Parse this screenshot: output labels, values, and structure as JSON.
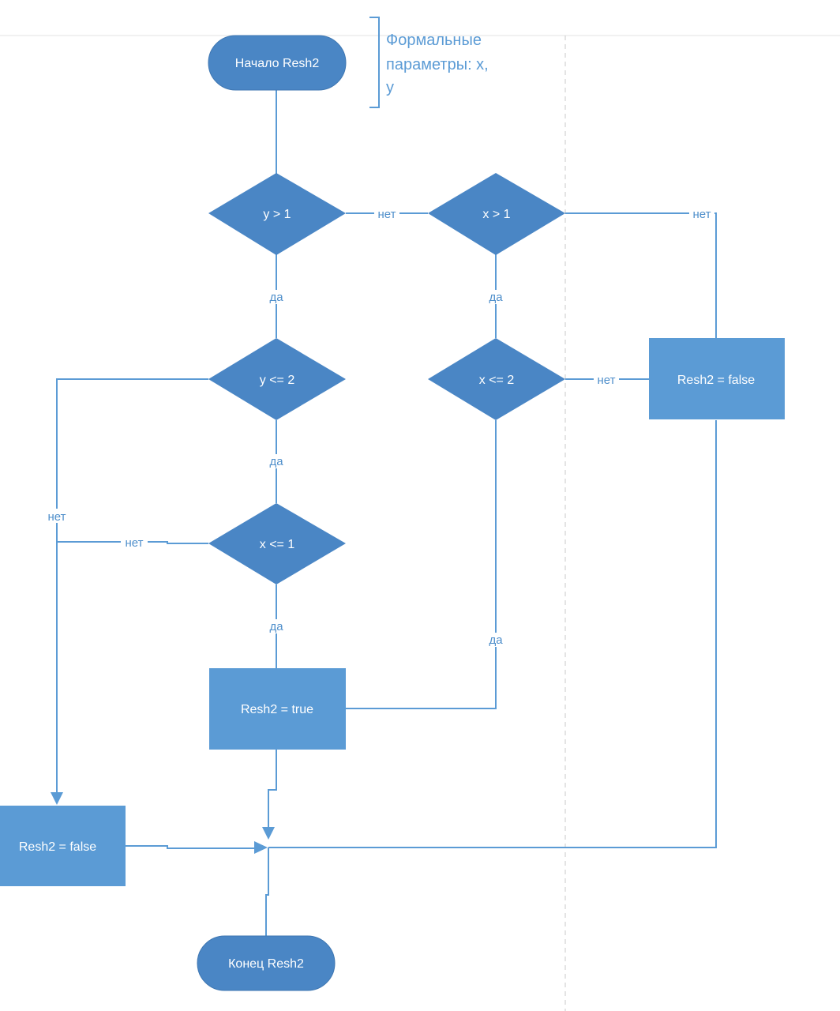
{
  "diagram": {
    "start": "Начало Resh2",
    "end": "Конец Resh2",
    "comment_lines": [
      "Формальные",
      "параметры: x,",
      "y"
    ],
    "conditions": {
      "y_gt_1": "y > 1",
      "x_gt_1": "x > 1",
      "y_le_2": "y <= 2",
      "x_le_2": "x <= 2",
      "x_le_1": "x <= 1"
    },
    "actions": {
      "true_box": "Resh2 = true",
      "false_right": "Resh2 = false",
      "false_left": "Resh2 = false"
    },
    "labels": {
      "no": "нет",
      "yes": "да"
    },
    "colors": {
      "terminal": "#4a86c5",
      "decision": "#4a86c5",
      "process": "#5b9bd5",
      "line": "#5b9bd5",
      "label": "#4f8fcb"
    }
  }
}
